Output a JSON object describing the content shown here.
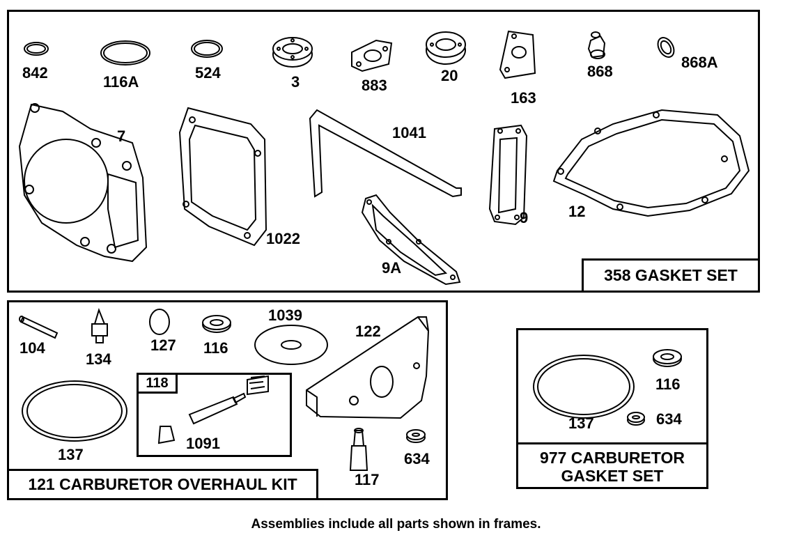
{
  "gasket_set": {
    "title": "358 GASKET SET",
    "labels": {
      "p842": "842",
      "p116A": "116A",
      "p524": "524",
      "p3": "3",
      "p883": "883",
      "p20": "20",
      "p163": "163",
      "p868": "868",
      "p868A": "868A",
      "p7": "7",
      "p1041": "1041",
      "p1022": "1022",
      "p9": "9",
      "p12": "12",
      "p9A": "9A"
    }
  },
  "overhaul_kit": {
    "title": "121 CARBURETOR OVERHAUL KIT",
    "labels": {
      "p104": "104",
      "p134": "134",
      "p127": "127",
      "p116": "116",
      "p1039": "1039",
      "p122": "122",
      "p137": "137",
      "p117": "117",
      "p634": "634"
    },
    "sub_assembly": {
      "title": "118",
      "labels": {
        "p1091": "1091"
      }
    }
  },
  "carb_gasket_set": {
    "title_line1": "977 CARBURETOR",
    "title_line2": "GASKET SET",
    "labels": {
      "p116": "116",
      "p137": "137",
      "p634": "634"
    }
  },
  "footer": "Assemblies include all parts shown in frames."
}
